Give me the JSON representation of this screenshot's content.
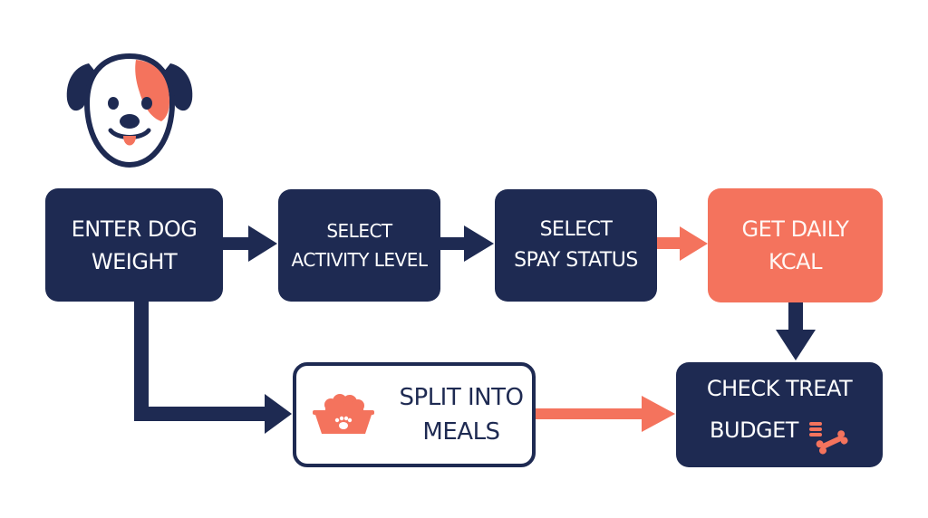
{
  "colors": {
    "navy": "#1e2a52",
    "coral": "#f4735d",
    "white": "#ffffff"
  },
  "logo": {
    "icon": "dog-face-icon"
  },
  "nodes": {
    "enter_weight": {
      "line1": "ENTER DOG",
      "line2": "WEIGHT"
    },
    "activity": {
      "line1": "SELECT",
      "line2": "ACTIVITY LEVEL"
    },
    "spay": {
      "line1": "SELECT",
      "line2": "SPAY STATUS"
    },
    "daily_kcal": {
      "line1": "GET DAILY",
      "line2": "KCAL"
    },
    "split_meals": {
      "line1": "SPLIT INTO",
      "line2": "MEALS",
      "icon": "food-bowl-icon"
    },
    "treat_budget": {
      "line1": "CHECK TREAT",
      "line2": "BUDGET",
      "icon": "bone-treat-icon"
    }
  },
  "edges": [
    {
      "from": "ENTER DOG WEIGHT",
      "to": "SELECT ACTIVITY LEVEL",
      "color": "#1e2a52"
    },
    {
      "from": "SELECT ACTIVITY LEVEL",
      "to": "SELECT SPAY STATUS",
      "color": "#1e2a52"
    },
    {
      "from": "SELECT SPAY STATUS",
      "to": "GET DAILY KCAL",
      "color": "#f4735d"
    },
    {
      "from": "GET DAILY KCAL",
      "to": "CHECK TREAT BUDGET",
      "color": "#1e2a52"
    },
    {
      "from": "ENTER DOG WEIGHT",
      "to": "SPLIT INTO MEALS",
      "color": "#1e2a52"
    },
    {
      "from": "SPLIT INTO MEALS",
      "to": "CHECK TREAT BUDGET",
      "color": "#f4735d"
    }
  ]
}
